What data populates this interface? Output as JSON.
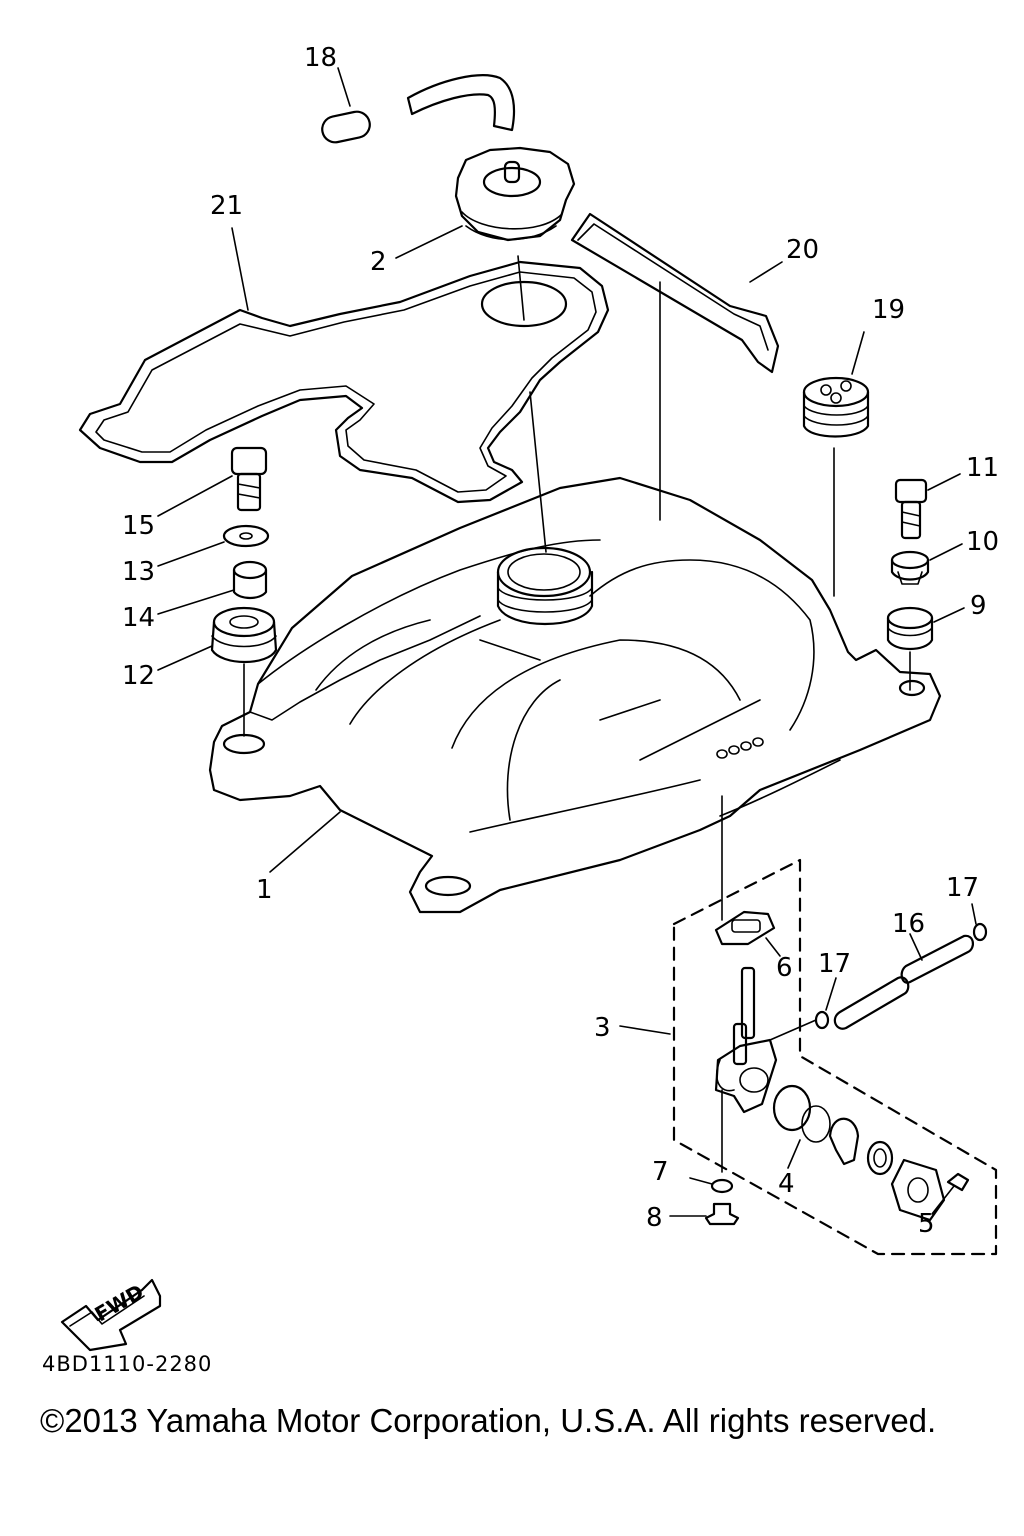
{
  "callouts": {
    "c1": "1",
    "c2": "2",
    "c3": "3",
    "c4": "4",
    "c5": "5",
    "c6": "6",
    "c7": "7",
    "c8": "8",
    "c9": "9",
    "c10": "10",
    "c11": "11",
    "c12": "12",
    "c13": "13",
    "c14": "14",
    "c15": "15",
    "c16": "16",
    "c17a": "17",
    "c17b": "17",
    "c18": "18",
    "c19": "19",
    "c20": "20",
    "c21": "21"
  },
  "fwd_badge": "FWD",
  "drawing_code": "4BD1110-2280",
  "copyright": "©2013 Yamaha Motor Corporation, U.S.A. All rights reserved."
}
